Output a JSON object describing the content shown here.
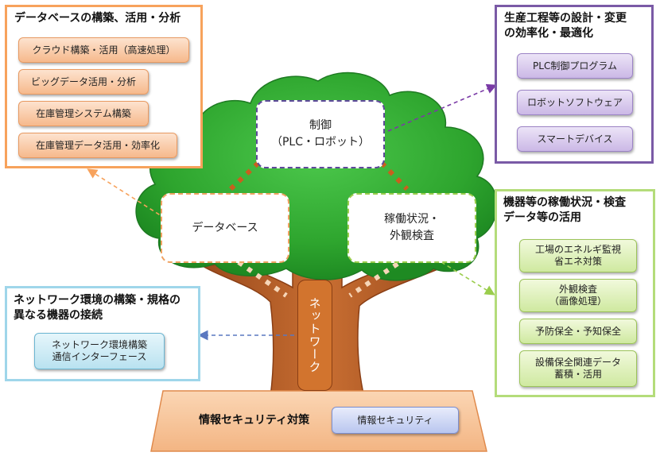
{
  "panels": {
    "database": {
      "title": "データベースの構築、活用・分析",
      "items": [
        "クラウド構築・活用（高速処理）",
        "ビッグデータ活用・分析",
        "在庫管理システム構築",
        "在庫管理データ活用・効率化"
      ]
    },
    "production": {
      "title": "生産工程等の設計・変更\nの効率化・最適化",
      "items": [
        "PLC制御プログラム",
        "ロボットソフトウェア",
        "スマートデバイス"
      ]
    },
    "operation": {
      "title": "機器等の稼働状況・検査\nデータ等の活用",
      "items": [
        "工場のエネルギ監視\n省エネ対策",
        "外観検査\n（画像処理）",
        "予防保全・予知保全",
        "設備保全関連データ\n蓄積・活用"
      ]
    },
    "network": {
      "title": "ネットワーク環境の構築・規格の\n異なる機器の接続",
      "items": [
        "ネットワーク環境構築\n通信インターフェース"
      ]
    }
  },
  "tree": {
    "control": "制御\n（PLC・ロボット）",
    "database": "データベース",
    "inspection": "稼働状況・\n外観検査",
    "trunk": "ネットワーク"
  },
  "base": {
    "title": "情報セキュリティ対策",
    "item": "情報セキュリティ"
  },
  "colors": {
    "orange": "#f7a25c",
    "purple": "#7a5aa6",
    "green": "#9acd4c",
    "blue": "#7ec6e0",
    "canopy": "#2ea52e",
    "trunk": "#b8612a"
  }
}
